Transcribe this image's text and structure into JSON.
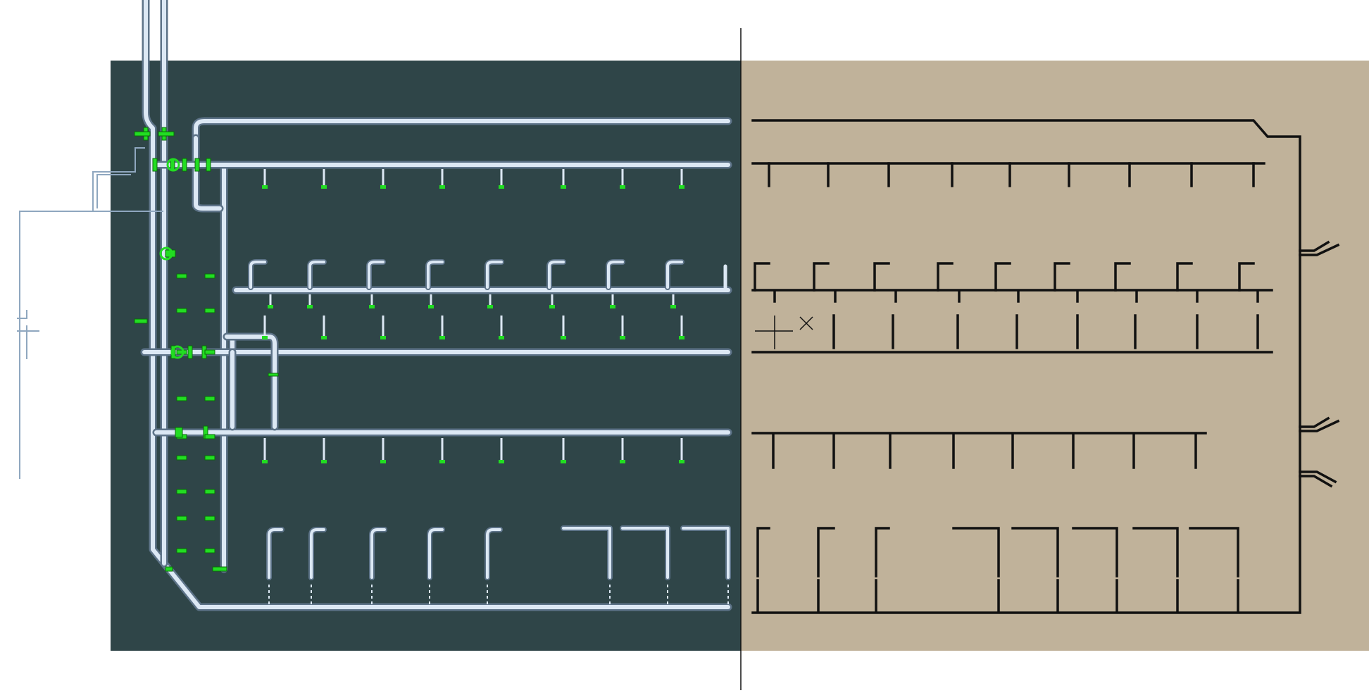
{
  "colors": {
    "background": "#ffffff",
    "render_viewport": "#2f4548",
    "plan_paper": "#c0b29a",
    "pipe_light": "#dce8f4",
    "pipe_mid": "#9fb6cc",
    "pipe_dark": "#5d7388",
    "fitting": "#22dd22",
    "ink": "#111111"
  },
  "viewports": {
    "left": "3d-shaded-pipe-view",
    "right": "2d-single-line-schematic"
  },
  "icons": [
    "split-divider",
    "cursor-crosshair-icon"
  ]
}
